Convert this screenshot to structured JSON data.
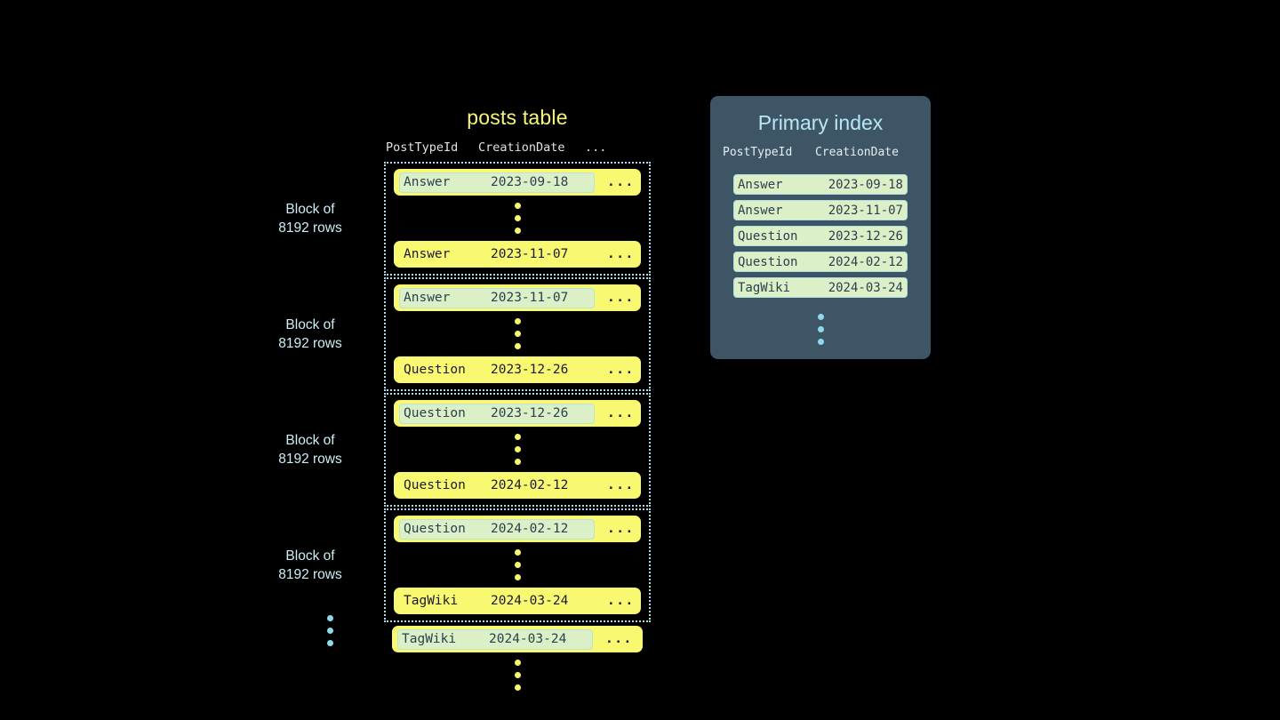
{
  "posts_table": {
    "title": "posts table",
    "columns": [
      "PostTypeId",
      "CreationDate",
      "..."
    ],
    "rest_cell": "...",
    "blocks": [
      {
        "label": "Block of\n8192 rows",
        "first_row": {
          "type": "Answer",
          "date": "2023-09-18",
          "rest": "...",
          "marked": true
        },
        "last_row": {
          "type": "Answer",
          "date": "2023-11-07",
          "rest": "...",
          "marked": false
        }
      },
      {
        "label": "Block of\n8192 rows",
        "first_row": {
          "type": "Answer",
          "date": "2023-11-07",
          "rest": "...",
          "marked": true
        },
        "last_row": {
          "type": "Question",
          "date": "2023-12-26",
          "rest": "...",
          "marked": false
        }
      },
      {
        "label": "Block of\n8192 rows",
        "first_row": {
          "type": "Question",
          "date": "2023-12-26",
          "rest": "...",
          "marked": true
        },
        "last_row": {
          "type": "Question",
          "date": "2024-02-12",
          "rest": "...",
          "marked": false
        }
      },
      {
        "label": "Block of\n8192 rows",
        "first_row": {
          "type": "Question",
          "date": "2024-02-12",
          "rest": "...",
          "marked": true
        },
        "last_row": {
          "type": "TagWiki",
          "date": "2024-03-24",
          "rest": "...",
          "marked": false
        }
      }
    ],
    "tail_row": {
      "type": "TagWiki",
      "date": "2024-03-24",
      "rest": "...",
      "marked": true
    }
  },
  "primary_index": {
    "title": "Primary index",
    "columns": [
      "PostTypeId",
      "CreationDate"
    ],
    "rows": [
      {
        "type": "Answer",
        "date": "2023-09-18"
      },
      {
        "type": "Answer",
        "date": "2023-11-07"
      },
      {
        "type": "Question",
        "date": "2023-12-26"
      },
      {
        "type": "Question",
        "date": "2024-02-12"
      },
      {
        "type": "TagWiki",
        "date": "2024-03-24"
      }
    ]
  },
  "colors": {
    "background": "#000000",
    "row_yellow": "#f9f871",
    "marked_green": "#dcf0c8",
    "panel_slate": "#3d5565",
    "accent_cyan": "#b7e7f7",
    "title_yellow": "#f5f57a",
    "dot_yellow": "#f9f871",
    "dot_cyan": "#8fd9ef"
  }
}
